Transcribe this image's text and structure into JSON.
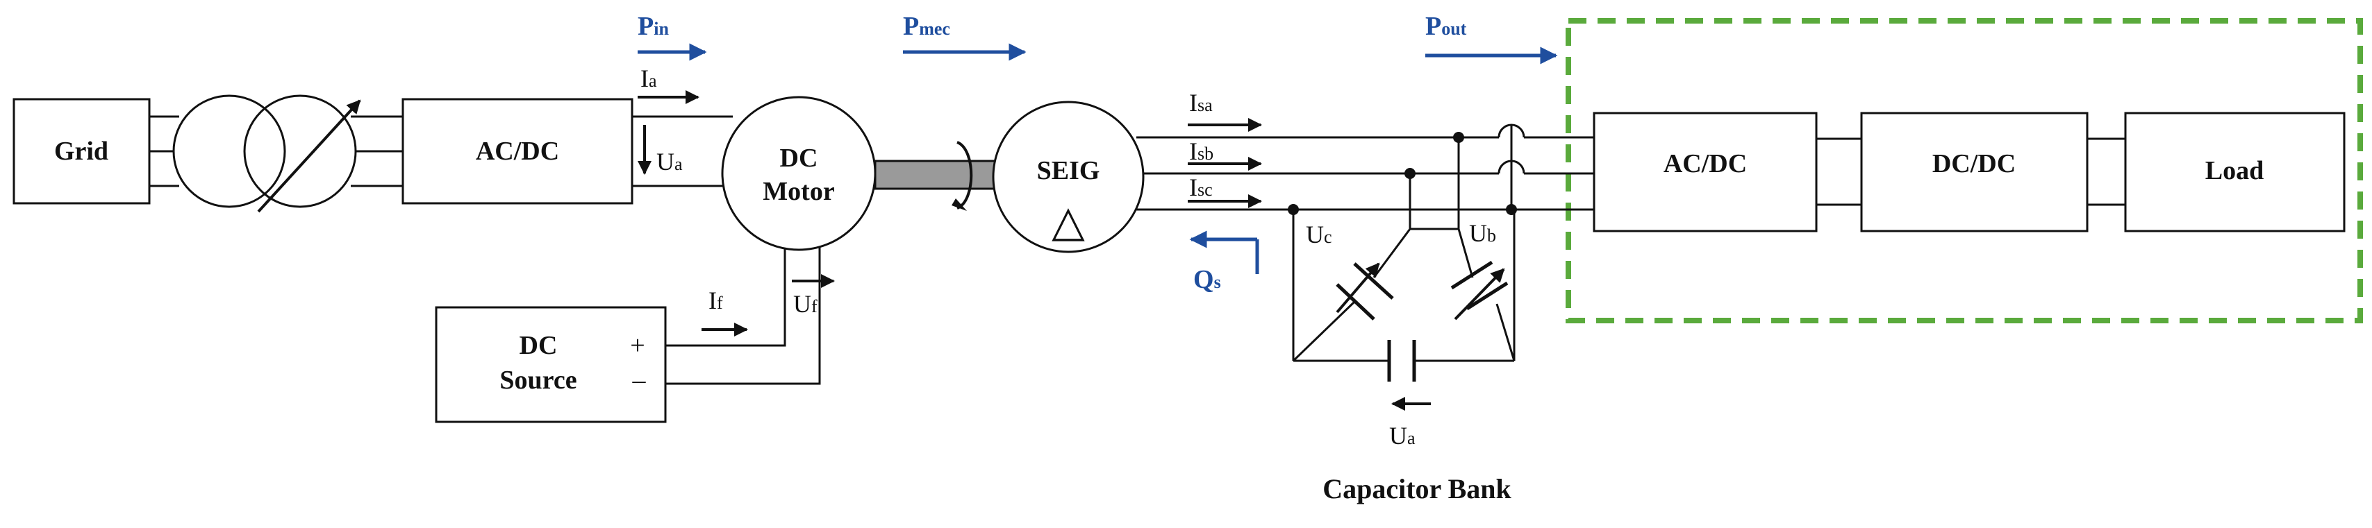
{
  "colors": {
    "line": "#111111",
    "power_flow": "#1f4e9e",
    "dashed_box": "#5aaa3c",
    "shaft": "#9a9a9a"
  },
  "blocks": {
    "grid": "Grid",
    "acdc_in": "AC/DC",
    "dc_motor_line1": "DC",
    "dc_motor_line2": "Motor",
    "dc_source_line1": "DC",
    "dc_source_line2": "Source",
    "seig": "SEIG",
    "acdc_out": "AC/DC",
    "dcdc": "DC/DC",
    "load": "Load",
    "capacitor_bank": "Capacitor Bank"
  },
  "symbols": {
    "plus": "+",
    "minus": "–",
    "delta": "△"
  },
  "power_labels": {
    "pin": {
      "main": "P",
      "sub": "in"
    },
    "pmec": {
      "main": "P",
      "sub": "mec"
    },
    "pout": {
      "main": "P",
      "sub": "out"
    },
    "qs": {
      "main": "Q",
      "sub": "s"
    }
  },
  "signals": {
    "ia": {
      "main": "I",
      "sub": "a"
    },
    "ua_motor": {
      "main": "U",
      "sub": "a"
    },
    "if": {
      "main": "I",
      "sub": "f"
    },
    "uf": {
      "main": "U",
      "sub": "f"
    },
    "isa": {
      "main": "I",
      "sub": "sa"
    },
    "isb": {
      "main": "I",
      "sub": "sb"
    },
    "isc": {
      "main": "I",
      "sub": "sc"
    },
    "uc": {
      "main": "U",
      "sub": "c"
    },
    "ub": {
      "main": "U",
      "sub": "b"
    },
    "ua_cap": {
      "main": "U",
      "sub": "a"
    }
  }
}
